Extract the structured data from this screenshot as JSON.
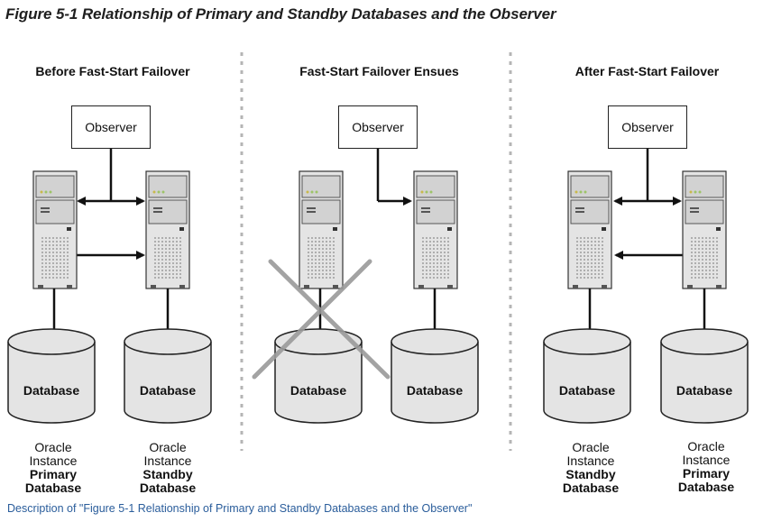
{
  "figure_title": "Figure 5-1 Relationship of Primary and Standby Databases and the Observer",
  "panels": [
    {
      "title": "Before Fast-Start Failover",
      "observer": "Observer",
      "left_db": "Database",
      "right_db": "Database",
      "left_instance": {
        "line1": "Oracle",
        "line2": "Instance",
        "role": "Primary",
        "line4": "Database"
      },
      "right_instance": {
        "line1": "Oracle",
        "line2": "Instance",
        "role": "Standby",
        "line4": "Database"
      }
    },
    {
      "title": "Fast-Start Failover Ensues",
      "observer": "Observer",
      "left_db": "Database",
      "right_db": "Database"
    },
    {
      "title": "After Fast-Start Failover",
      "observer": "Observer",
      "left_db": "Database",
      "right_db": "Database",
      "left_instance": {
        "line1": "Oracle",
        "line2": "Instance",
        "role": "Standby",
        "line4": "Database"
      },
      "right_instance": {
        "line1": "Oracle",
        "line2": "Instance",
        "role": "Primary",
        "line4": "Database"
      }
    }
  ],
  "description_link": "Description of \"Figure 5-1 Relationship of Primary and Standby Databases and the Observer\"",
  "colors": {
    "link": "#2a5d9b",
    "server_body": "#e4e4e4",
    "cross": "#9a9a9a",
    "divider": "#b5b5b5"
  }
}
